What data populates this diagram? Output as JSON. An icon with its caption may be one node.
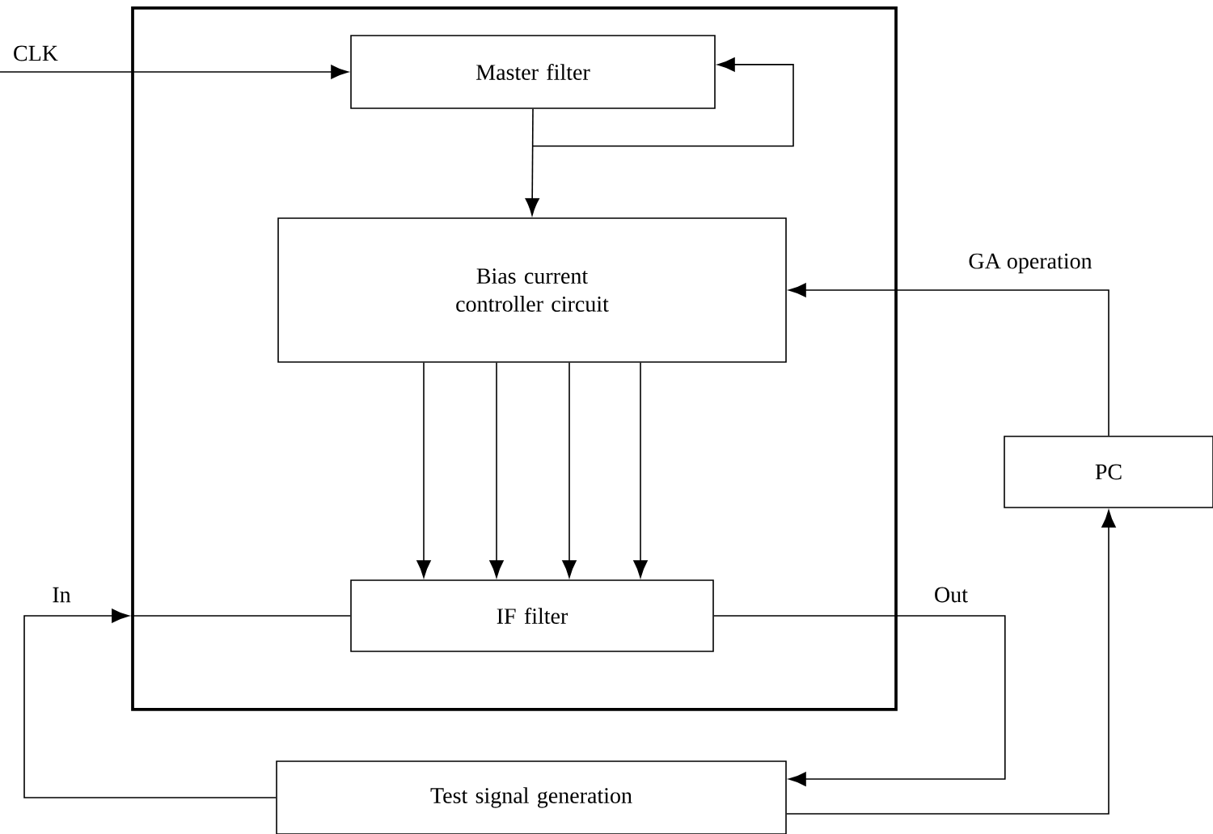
{
  "diagram": {
    "nodes": [
      {
        "text": [],
        "shape": "box"
      },
      {
        "text": [
          "Master filter"
        ],
        "in": 0
      },
      {
        "text": [
          "Bias current controller circuit"
        ],
        "in": 0
      },
      {
        "text": [
          "IF filter"
        ],
        "in": 0
      },
      {
        "text": [
          "PC"
        ]
      },
      {
        "text": [
          "Test signal generation"
        ]
      }
    ],
    "edges": [
      {
        "from": null,
        "to": 1,
        "arrow": "to",
        "label": "CLK"
      },
      {
        "from": 1,
        "to": 2,
        "arrow": "to"
      },
      {
        "from": 1,
        "to": 1,
        "arrow": "to"
      },
      {
        "from": 4,
        "to": 2,
        "arrow": "to",
        "label": "GA operation"
      },
      {
        "from": 2,
        "to": 3,
        "arrow": "to"
      },
      {
        "from": 2,
        "to": 3,
        "arrow": "to"
      },
      {
        "from": 2,
        "to": 3,
        "arrow": "to"
      },
      {
        "from": 2,
        "to": 3,
        "arrow": "to"
      },
      {
        "from": 5,
        "to": 0,
        "arrow": "to",
        "label": "In"
      },
      {
        "from": 3,
        "to": 5,
        "arrow": "to",
        "label": "Out"
      },
      {
        "from": 5,
        "to": 4,
        "arrow": "to"
      },
      {
        "from": 0,
        "to": 3,
        "arrow": "none"
      }
    ]
  }
}
